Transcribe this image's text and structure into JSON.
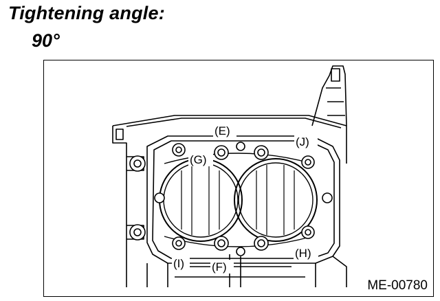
{
  "heading": {
    "line1": "Tightening angle:",
    "line2": "90°"
  },
  "figure": {
    "code": "ME-00780",
    "labels": {
      "E": "(E)",
      "F": "(F)",
      "G": "(G)",
      "H": "(H)",
      "I": "(I)",
      "J": "(J)"
    }
  }
}
